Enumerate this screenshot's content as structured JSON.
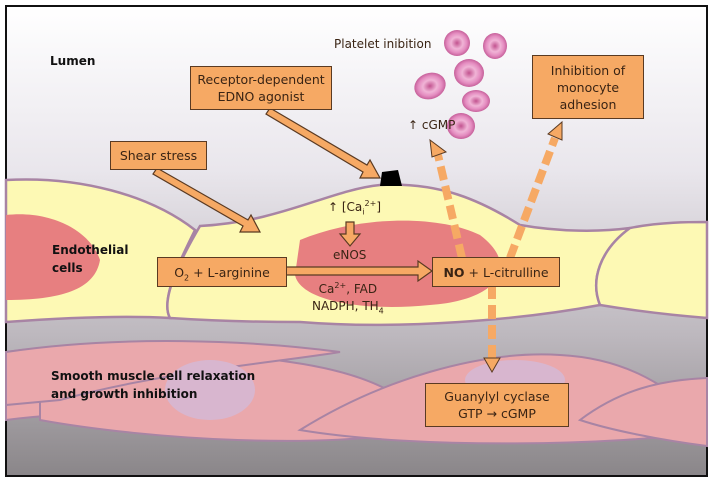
{
  "title": "Endothelium-derived nitric oxide pathway",
  "regions": {
    "lumen": "Lumen",
    "endothelial": [
      "Endothelial",
      "cells"
    ],
    "smooth_muscle": [
      "Smooth muscle cell relaxation",
      "and growth inhibition"
    ]
  },
  "stimuli": {
    "receptor": [
      "Receptor-dependent",
      "EDNO agonist"
    ],
    "shear": "Shear stress"
  },
  "reaction": {
    "substrate_pre": "O",
    "substrate_sub": "2",
    "substrate_post": " + L-arginine",
    "calcium_arrow": "↑ [Ca",
    "calcium_sub": "i",
    "calcium_sup": "2+",
    "calcium_close": "]",
    "enzyme": "eNOS",
    "cofactor1_pre": "Ca",
    "cofactor1_sup": "2+",
    "cofactor1_post": ", FAD",
    "cofactor2_pre": "NADPH, TH",
    "cofactor2_sub": "4",
    "product_bold": "NO",
    "product_rest": " + L-citrulline"
  },
  "effects": {
    "platelet": "Platelet inibition",
    "cgmp": "↑ cGMP",
    "monocyte": [
      "Inhibition of",
      "monocyte",
      "adhesion"
    ],
    "guanylyl": [
      "Guanylyl cyclase",
      "GTP → cGMP"
    ]
  },
  "colors": {
    "box_fill": "#f6a964",
    "endothelial_fill": "#fdf9b4",
    "nucleus": "#e77f80",
    "smooth_muscle": "#eaa8ac",
    "platelet": "#d872ad",
    "membrane": "#a884a4"
  }
}
